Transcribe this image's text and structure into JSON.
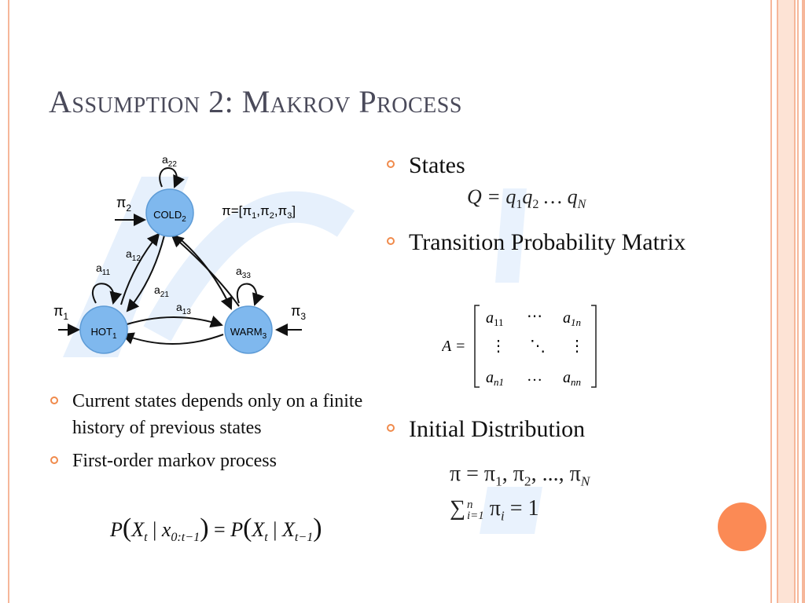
{
  "slide": {
    "title": "Assumption 2: Makrov Process",
    "accent_color": "#f08a4b",
    "decor_circle_color": "#fb8a55"
  },
  "diagram": {
    "states": [
      {
        "id": "cold",
        "label": "COLD",
        "sub": "2"
      },
      {
        "id": "hot",
        "label": "HOT",
        "sub": "1"
      },
      {
        "id": "warm",
        "label": "WARM",
        "sub": "3"
      }
    ],
    "transition_labels": {
      "a22": {
        "base": "a",
        "sub": "22"
      },
      "a11": {
        "base": "a",
        "sub": "11"
      },
      "a33": {
        "base": "a",
        "sub": "33"
      },
      "a12": {
        "base": "a",
        "sub": "12"
      },
      "a21": {
        "base": "a",
        "sub": "21"
      },
      "a13": {
        "base": "a",
        "sub": "13"
      }
    },
    "initial_labels": {
      "pi1": {
        "base": "π",
        "sub": "1"
      },
      "pi2": {
        "base": "π",
        "sub": "2"
      },
      "pi3": {
        "base": "π",
        "sub": "3"
      }
    },
    "pi_vector": {
      "prefix": "π=[π",
      "s1": "1",
      "c1": ",π",
      "s2": "2",
      "c2": ",π",
      "s3": "3",
      "suffix": "]"
    },
    "node_color": "#7fb8ee"
  },
  "left_bullets": [
    "Current states depends only on a finite history of previous states",
    "First-order markov process"
  ],
  "right_bullets": [
    "States",
    "Transition Probability Matrix",
    "Initial Distribution"
  ],
  "equations": {
    "markov_p": "P",
    "markov_x": "X",
    "markov_lower_x": "x",
    "markov_t": "t",
    "markov_range": "0:t−1",
    "markov_prev": "t−1",
    "q_left": "Q = q",
    "q_mid": "q",
    "q_dots": " … q",
    "q_s1": "1",
    "q_s2": "2",
    "q_sn": "N",
    "pi_eq": "π = π",
    "pi_s1": "1",
    "pi_c": ", π",
    "pi_s2": "2",
    "pi_dots": ", ..., π",
    "pi_sn": "N",
    "sum_sym": "∑",
    "sum_lower": "i=1",
    "sum_upper": "n",
    "sum_pi": " π",
    "sum_i": "i",
    "sum_rhs": " = 1",
    "matrix": {
      "lhs": "A =",
      "r1c1": "a",
      "r1c1s": "11",
      "r1c2": "⋯",
      "r1c3": "a",
      "r1c3s": "1n",
      "r2c1": "⋮",
      "r2c2": "⋱",
      "r2c3": "⋮",
      "r3c1": "a",
      "r3c1s": "n1",
      "r3c2": "…",
      "r3c3": "a",
      "r3c3s": "nn"
    }
  }
}
